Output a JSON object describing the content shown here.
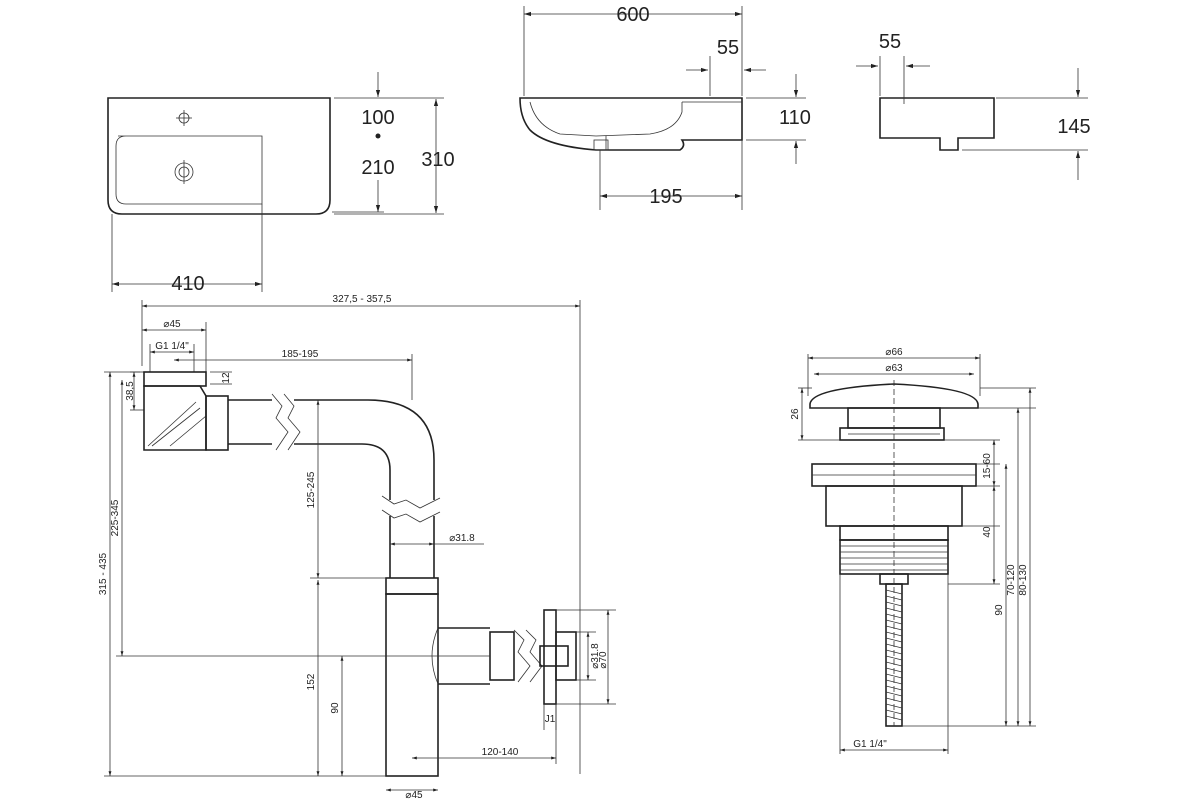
{
  "basin_top_view": {
    "d_410": "410",
    "d_100": "100",
    "d_210": "210",
    "d_310": "310"
  },
  "basin_section": {
    "d_600": "600",
    "d_55": "55",
    "d_110": "110",
    "d_195": "195"
  },
  "basin_side": {
    "d_55": "55",
    "d_145": "145"
  },
  "siphon": {
    "d_total": "327,5 - 357,5",
    "d_dia45_top": "⌀45",
    "d_thread": "G1 1/4\"",
    "d_185_195": "185-195",
    "d_12": "12",
    "d_38_5": "38,5",
    "d_225_345": "225-345",
    "d_315_435": "315 - 435",
    "d_125_245": "125-245",
    "d_dia31_8": "⌀31.8",
    "d_152": "152",
    "d_90": "90",
    "d_120_140": "120-140",
    "d_dia45_bottom": "⌀45",
    "d_dia31_8_flange": "⌀31.8",
    "d_dia70": "⌀70",
    "d_j1": "J1"
  },
  "drain_valve": {
    "d_dia66": "⌀66",
    "d_dia63": "⌀63",
    "d_26": "26",
    "d_15_60": "15-60",
    "d_40": "40",
    "d_90": "90",
    "d_70_120": "70-120",
    "d_80_130": "80-130",
    "d_thread": "G1 1/4\""
  }
}
